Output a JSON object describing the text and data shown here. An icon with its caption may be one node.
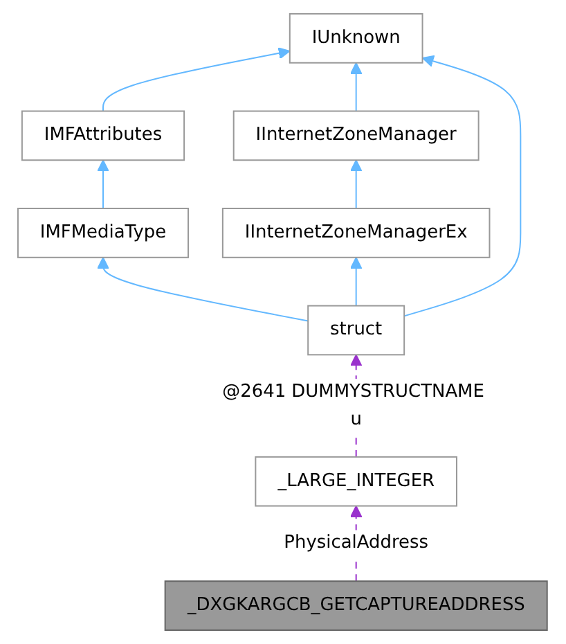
{
  "diagram": {
    "nodes": [
      {
        "text": [
          "IUnknown"
        ]
      },
      {
        "text": [
          "IMFAttributes"
        ]
      },
      {
        "text": [
          "IInternetZoneManager"
        ]
      },
      {
        "text": [
          "IMFMediaType"
        ]
      },
      {
        "text": [
          "IInternetZoneManagerEx"
        ]
      },
      {
        "text": [
          "struct"
        ]
      },
      {
        "text": [
          "_LARGE_INTEGER"
        ]
      },
      {
        "text": [
          "_DXGKARGCB_GETCAPTUREADDRESS"
        ]
      }
    ],
    "edges": [
      {
        "from": 1,
        "to": 0,
        "arrow": "to"
      },
      {
        "from": 2,
        "to": 0,
        "arrow": "to"
      },
      {
        "from": 5,
        "to": 0,
        "arrow": "to"
      },
      {
        "from": 3,
        "to": 1,
        "arrow": "to"
      },
      {
        "from": 4,
        "to": 2,
        "arrow": "to"
      },
      {
        "from": 5,
        "to": 3,
        "arrow": "to"
      },
      {
        "from": 5,
        "to": 4,
        "arrow": "to"
      },
      {
        "from": 6,
        "to": 5,
        "arrow": "to",
        "label": "@2641 DUMMYSTRUCTNAME u",
        "style": "dashed",
        "color": "#9a32cd"
      },
      {
        "from": 7,
        "to": 6,
        "arrow": "to",
        "label": "PhysicalAddress",
        "style": "dashed",
        "color": "#9a32cd"
      }
    ]
  }
}
